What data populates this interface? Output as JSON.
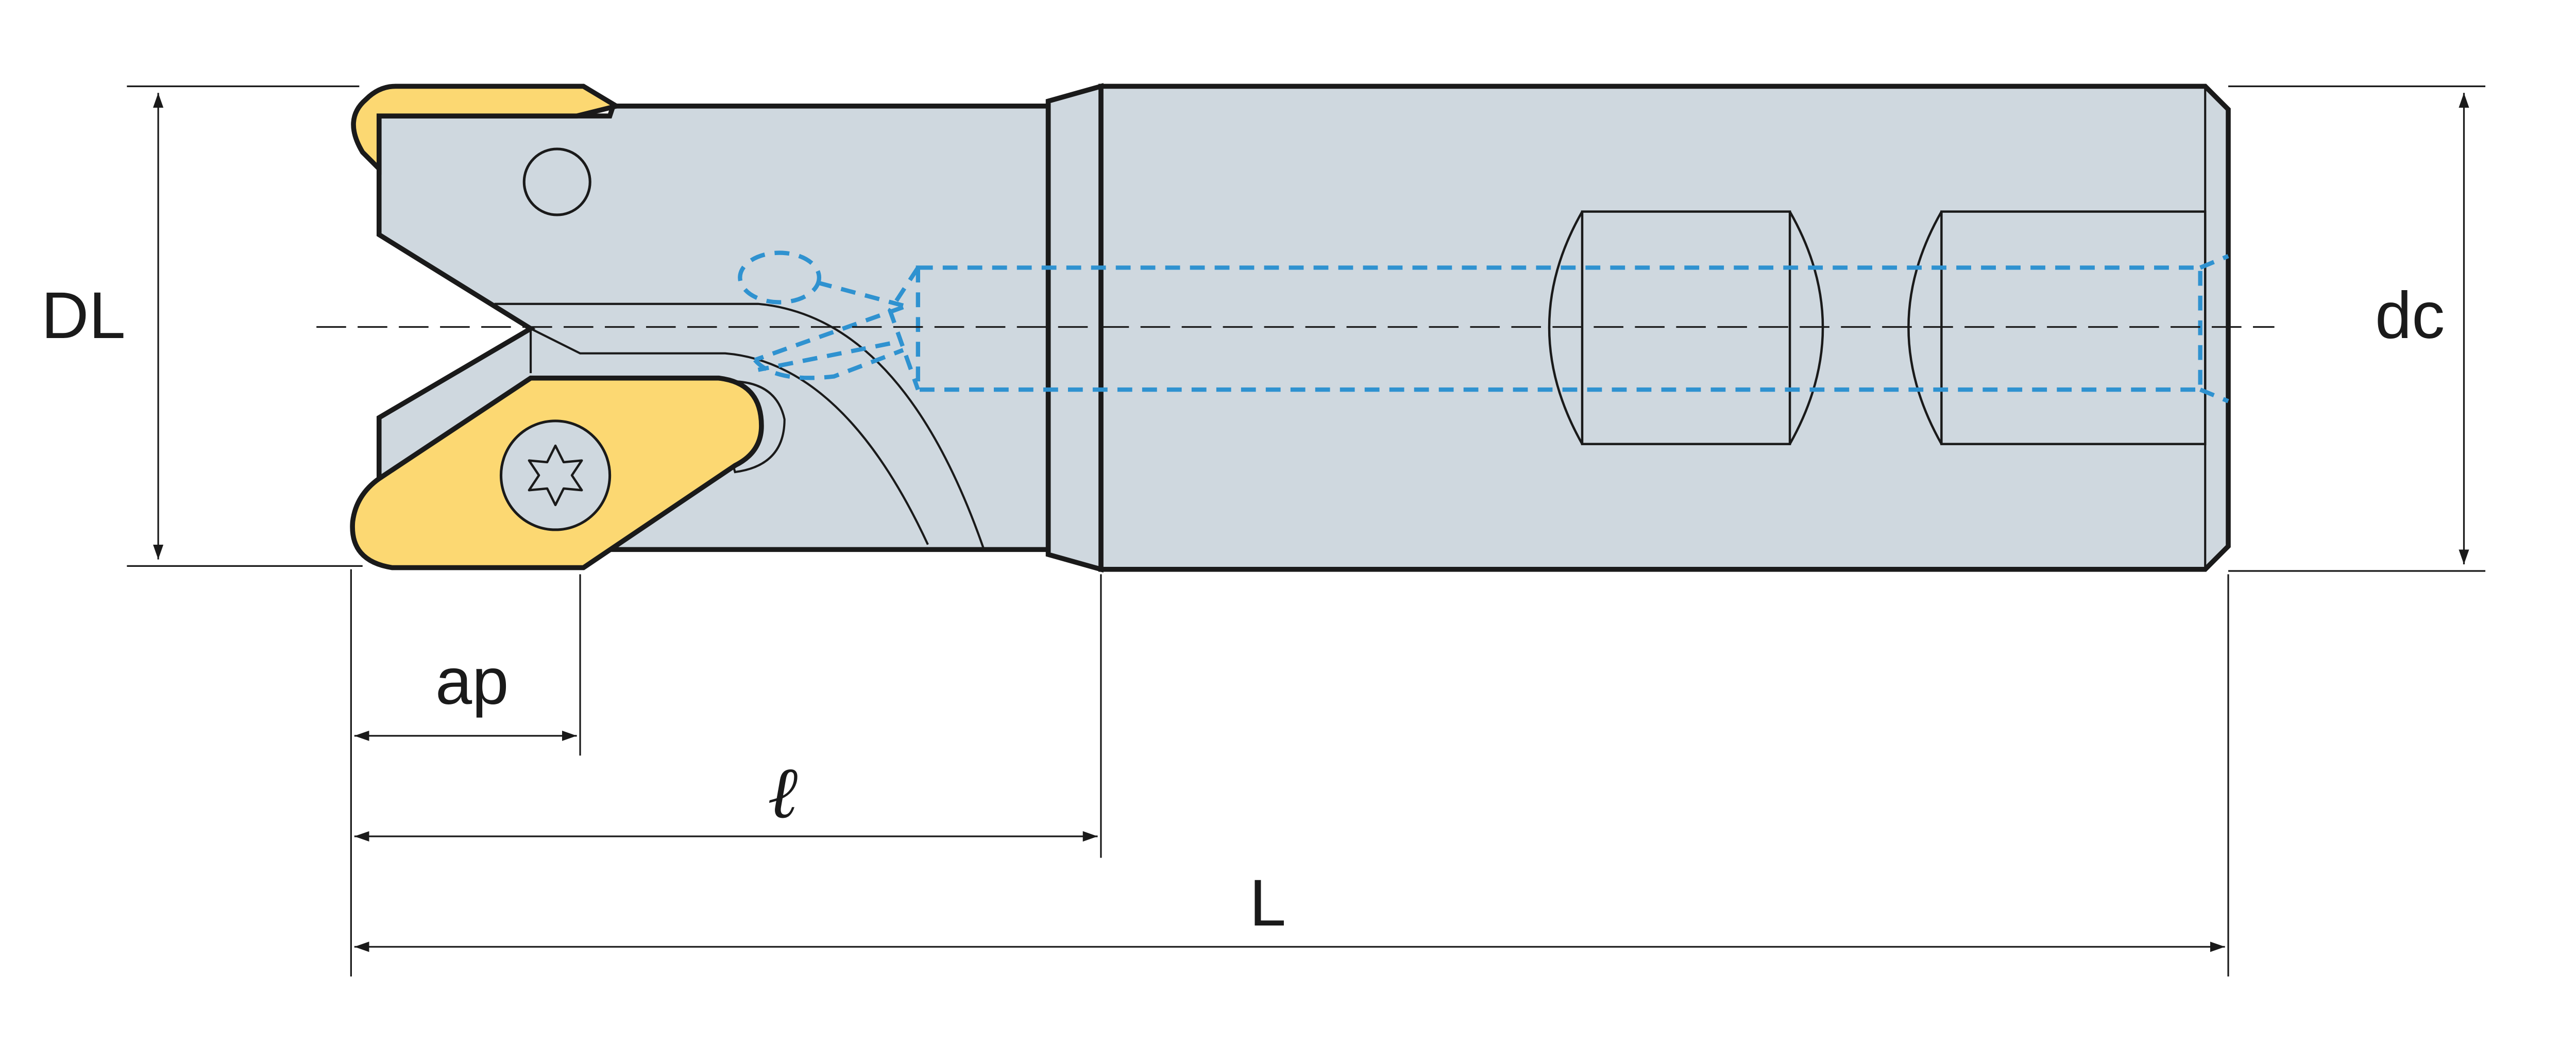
{
  "labels": {
    "DL": "DL",
    "dc": "dc",
    "ap": "ap",
    "l": "ℓ",
    "L": "L"
  },
  "colors": {
    "body": "#cfd8df",
    "insert": "#fcd872",
    "outline": "#1a1a1a",
    "coolant": "#2f92d0",
    "dimension": "#1a1a1a"
  },
  "icons": {
    "screw": "torx-screw-icon",
    "hole": "circular-hole-icon"
  }
}
